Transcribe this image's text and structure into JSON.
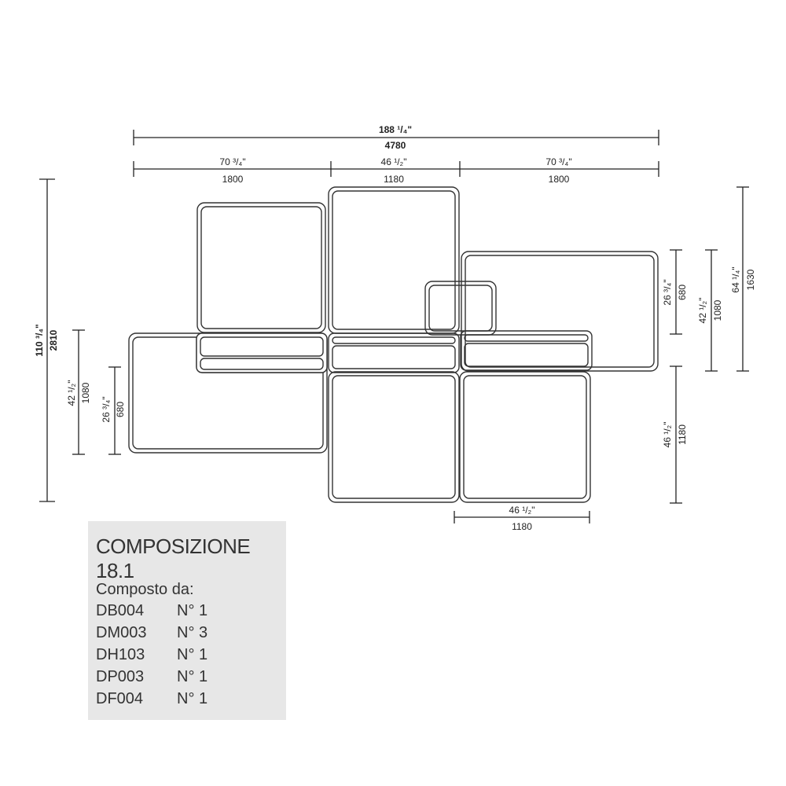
{
  "dimensions": {
    "total_width_in": "188 ¹/₄\"",
    "total_width_mm": "4780",
    "left_width_in": "70 ³/₄\"",
    "left_width_mm": "1800",
    "mid_width_in": "46 ¹/₂\"",
    "mid_width_mm": "1180",
    "right_width_in": "70 ³/₄\"",
    "right_width_mm": "1800",
    "total_height_in": "110 ³/₄\"",
    "total_height_mm": "2810",
    "left_inner_in": "42 ¹/₂\"",
    "left_inner_mm": "1080",
    "left_seat_in": "26 ³/₄\"",
    "left_seat_mm": "680",
    "right_seat_in": "26 ³/₄\"",
    "right_seat_mm": "680",
    "right_inner_in": "42 ¹/₂\"",
    "right_inner_mm": "1080",
    "right_outer_in": "64 ¹/₄\"",
    "right_outer_mm": "1630",
    "lower_right_in": "46 ¹/₂\"",
    "lower_right_mm": "1180",
    "bottom_width_in": "46 ¹/₂\"",
    "bottom_width_mm": "1180"
  },
  "legend": {
    "title": "COMPOSIZIONE 18.1",
    "subtitle": "Composto da:",
    "items": [
      {
        "code": "DB004",
        "qty": "N° 1"
      },
      {
        "code": "DM003",
        "qty": "N° 3"
      },
      {
        "code": "DH103",
        "qty": "N° 1"
      },
      {
        "code": "DP003",
        "qty": "N° 1"
      },
      {
        "code": "DF004",
        "qty": "N° 1"
      }
    ]
  }
}
